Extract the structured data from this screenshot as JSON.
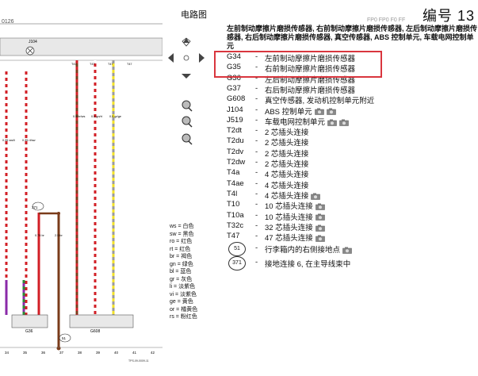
{
  "header": {
    "title": "电路图",
    "doc_number": "编号 13",
    "ref_left": "0126",
    "ref_right": "FP0 FP0 F0 FF"
  },
  "description": "左前制动摩擦片磨损传感器, 右前制动摩擦片磨损传感器, 左后制动摩擦片磨损传感器, 右后制动摩擦片磨损传感器, 真空传感器, ABS 控制单元, 车载电网控制单元",
  "legend": [
    {
      "code": "G34",
      "desc": "左前制动摩擦片磨损传感器",
      "cam": 0
    },
    {
      "code": "G35",
      "desc": "右前制动摩擦片磨损传感器",
      "cam": 0
    },
    {
      "code": "G36",
      "desc": "左后制动摩擦片磨损传感器",
      "cam": 0
    },
    {
      "code": "G37",
      "desc": "右后制动摩擦片磨损传感器",
      "cam": 0
    },
    {
      "code": "G608",
      "desc": "真空传感器, 发动机控制单元附近",
      "cam": 0
    },
    {
      "code": "J104",
      "desc": "ABS 控制单元",
      "cam": 2
    },
    {
      "code": "J519",
      "desc": "车载电网控制单元",
      "cam": 2
    },
    {
      "code": "T2dt",
      "desc": "2 芯插头连接",
      "cam": 0
    },
    {
      "code": "T2du",
      "desc": "2 芯插头连接",
      "cam": 0
    },
    {
      "code": "T2dv",
      "desc": "2 芯插头连接",
      "cam": 0
    },
    {
      "code": "T2dw",
      "desc": "2 芯插头连接",
      "cam": 0
    },
    {
      "code": "T4a",
      "desc": "4 芯插头连接",
      "cam": 0
    },
    {
      "code": "T4ae",
      "desc": "4 芯插头连接",
      "cam": 0
    },
    {
      "code": "T4l",
      "desc": "4 芯插头连接",
      "cam": 1
    },
    {
      "code": "T10",
      "desc": "10 芯插头连接",
      "cam": 1
    },
    {
      "code": "T10a",
      "desc": "10 芯插头连接",
      "cam": 1
    },
    {
      "code": "T32c",
      "desc": "32 芯插头连接",
      "cam": 1
    },
    {
      "code": "T47",
      "desc": "47 芯插头连接",
      "cam": 1
    },
    {
      "code": "51",
      "desc": "行李箱内的右侧接地点",
      "cam": 1,
      "circle": true
    },
    {
      "code": "371",
      "desc": "接地连接 6, 在主导线束中",
      "cam": 0,
      "circle": true
    }
  ],
  "color_legend": [
    {
      "code": "ws",
      "name": "白色"
    },
    {
      "code": "sw",
      "name": "黑色"
    },
    {
      "code": "ro",
      "name": "红色"
    },
    {
      "code": "rt",
      "name": "红色"
    },
    {
      "code": "br",
      "name": "褐色"
    },
    {
      "code": "gn",
      "name": "绿色"
    },
    {
      "code": "bl",
      "name": "蓝色"
    },
    {
      "code": "gr",
      "name": "灰色"
    },
    {
      "code": "li",
      "name": "淡紫色"
    },
    {
      "code": "vi",
      "name": "淡紫色"
    },
    {
      "code": "ge",
      "name": "黄色"
    },
    {
      "code": "or",
      "name": "橘黄色"
    },
    {
      "code": "rs",
      "name": "粉红色"
    }
  ],
  "diagram": {
    "module_label": "J104",
    "left_component": "G36",
    "right_component": "G608",
    "ground_ref": "371",
    "ground_ref_bottom": "51",
    "column_numbers": [
      "34",
      "35",
      "36",
      "37",
      "38",
      "39",
      "40",
      "41",
      "42"
    ],
    "page_code": "TPS-09-0009-11",
    "pin_labels": [
      "T47",
      "T47",
      "T47",
      "T47"
    ],
    "wire_labels": [
      "0.5 br/ws",
      "0.5 gn/rt",
      "0.5 gr/ge",
      "0.35 sw/li",
      "0.35 rt/sw",
      "0.75 br",
      "2.5 br"
    ]
  },
  "colors": {
    "highlight": "#d9363e",
    "wire_red": "#d21f26",
    "wire_white": "#ffffff",
    "wire_brown": "#7a3b1a",
    "wire_yellow": "#f2e12b",
    "wire_purple": "#8a2aa8",
    "wire_green": "#2a8a3a",
    "wire_grey": "#9a9a9a"
  }
}
